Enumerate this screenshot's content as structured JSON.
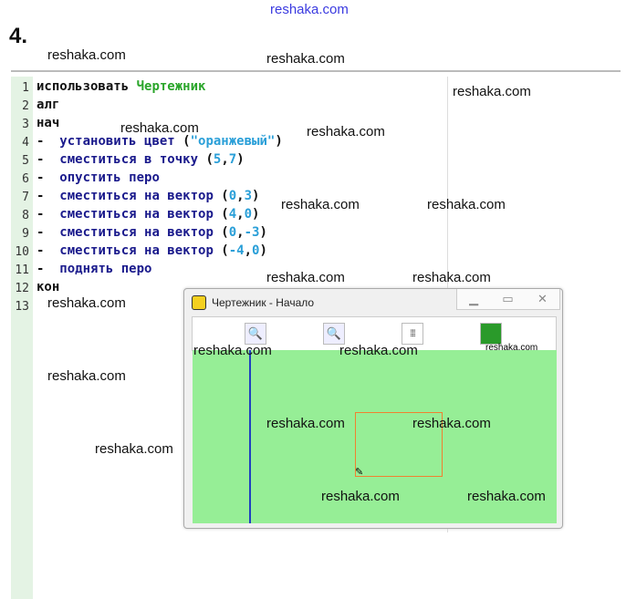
{
  "watermark_top": "reshaka.com",
  "task_number": "4.",
  "code": {
    "line_numbers": [
      "1",
      "2",
      "3",
      "4",
      "5",
      "6",
      "7",
      "8",
      "9",
      "10",
      "11",
      "12",
      "13"
    ],
    "l1_kw": "использовать",
    "l1_mod": "Чертежник",
    "l2": "алг",
    "l3": "нач",
    "dot": "-",
    "l4_cmd": "установить цвет",
    "l4_open": " (",
    "l4_str": "\"оранжевый\"",
    "l4_close": ")",
    "l5_cmd": "сместиться в точку",
    "l5_args": [
      "5",
      "7"
    ],
    "l6_cmd": "опустить перо",
    "vec_cmd": "сместиться на вектор",
    "l7_args": [
      "0",
      "3"
    ],
    "l8_args": [
      "4",
      "0"
    ],
    "l9_args": [
      "0",
      "-3"
    ],
    "l10_args": [
      "-4",
      "0"
    ],
    "l11_cmd": "поднять перо",
    "l12": "кон"
  },
  "watermark": "reshaka.com",
  "window": {
    "title": "Чертежник - Начало",
    "controls": [
      "minimize",
      "maximize",
      "close"
    ],
    "toolbar": [
      "zoom-in",
      "zoom-out",
      "grid",
      "zoom-fit"
    ],
    "colors": {
      "canvas": "#96ee96",
      "axis": "#2040c0",
      "shape": "#f08030"
    }
  }
}
